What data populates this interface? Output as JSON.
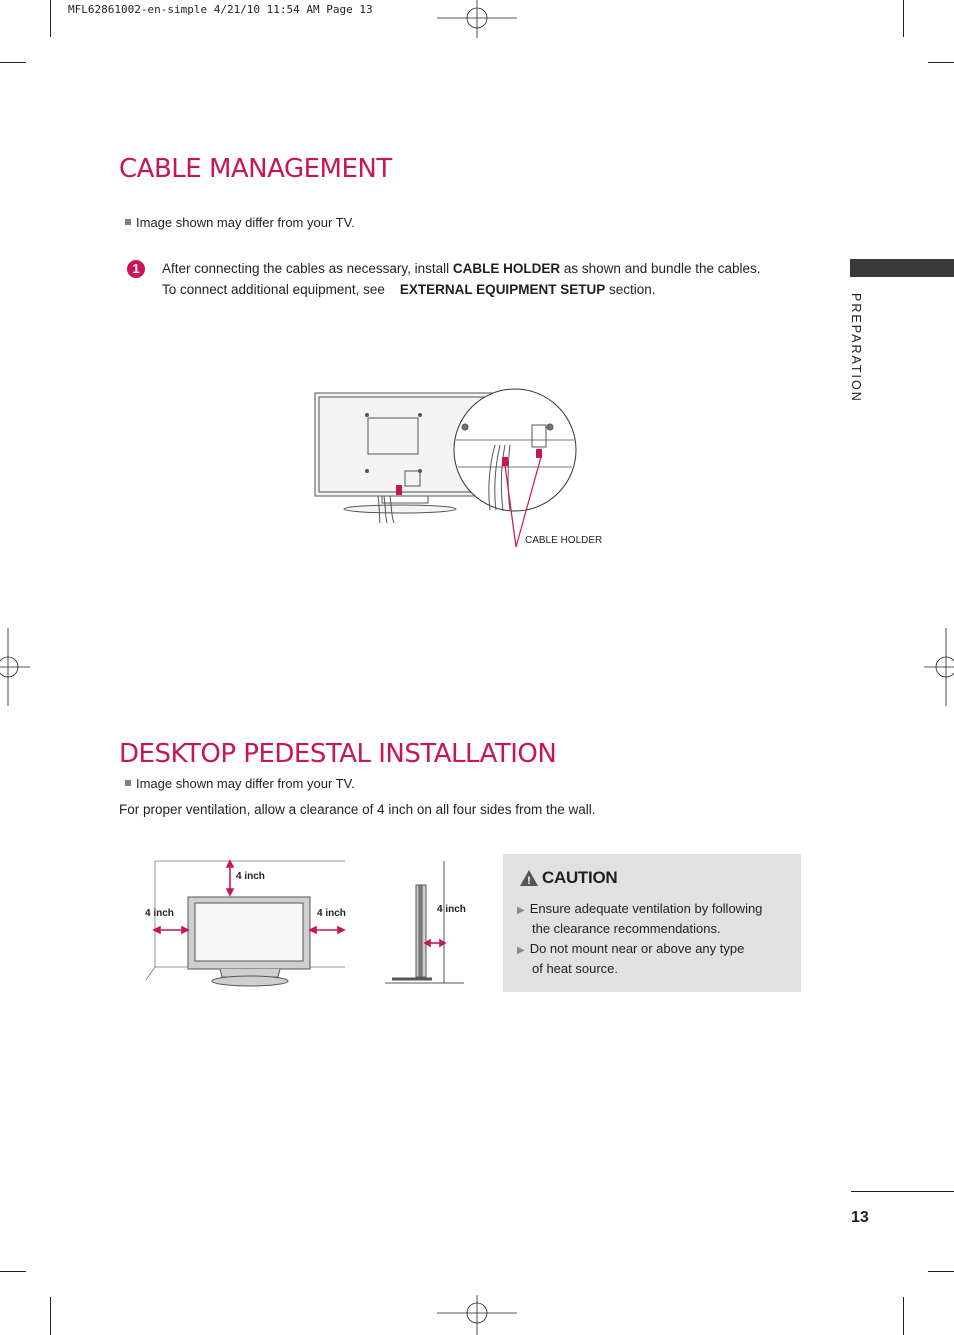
{
  "header": {
    "print_slug": "MFL62861002-en-simple  4/21/10 11:54 AM  Page 13"
  },
  "side_tab": {
    "label": "PREPARATION"
  },
  "cable_management": {
    "title": "CABLE MANAGEMENT",
    "note": "Image shown may differ from your TV.",
    "step_number": "1",
    "step_line1_a": "After connecting the cables as necessary, install ",
    "step_line1_b": "CABLE HOLDER",
    "step_line1_c": " as shown and bundle the cables.",
    "step_line2_a": "To connect additional equipment, see ",
    "step_line2_b": "EXTERNAL EQUIPMENT SETUP",
    "step_line2_c": " section.",
    "figure_label": "CABLE HOLDER"
  },
  "pedestal": {
    "title": "DESKTOP PEDESTAL INSTALLATION",
    "note": "Image shown may differ from your TV.",
    "intro": "For proper ventilation, allow a clearance of 4 inch on all four sides from the wall.",
    "clearance_top": "4 inch",
    "clearance_left": "4 inch",
    "clearance_right": "4 inch",
    "clearance_back": "4 inch"
  },
  "caution": {
    "title": "CAUTION",
    "item1_line1": "Ensure adequate ventilation by following",
    "item1_line2": "the clearance recommendations.",
    "item2_line1": "Do not mount near or above any type",
    "item2_line2": "of heat source."
  },
  "footer": {
    "page_number": "13"
  },
  "colors": {
    "accent": "#c8155a",
    "caution_bg": "#e1e1e1",
    "tab": "#3a3a3a"
  }
}
